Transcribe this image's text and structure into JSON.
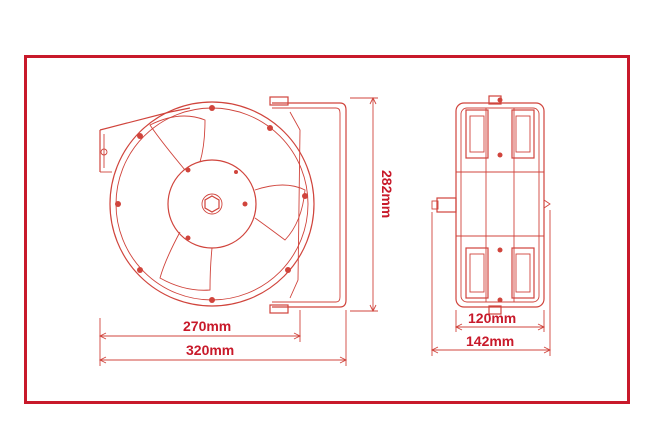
{
  "dimensions": {
    "width_inner": "270mm",
    "width_outer": "320mm",
    "height": "282mm",
    "depth_inner": "120mm",
    "depth_outer": "142mm"
  },
  "colors": {
    "frame": "#c8192a",
    "line": "#d0443c"
  }
}
